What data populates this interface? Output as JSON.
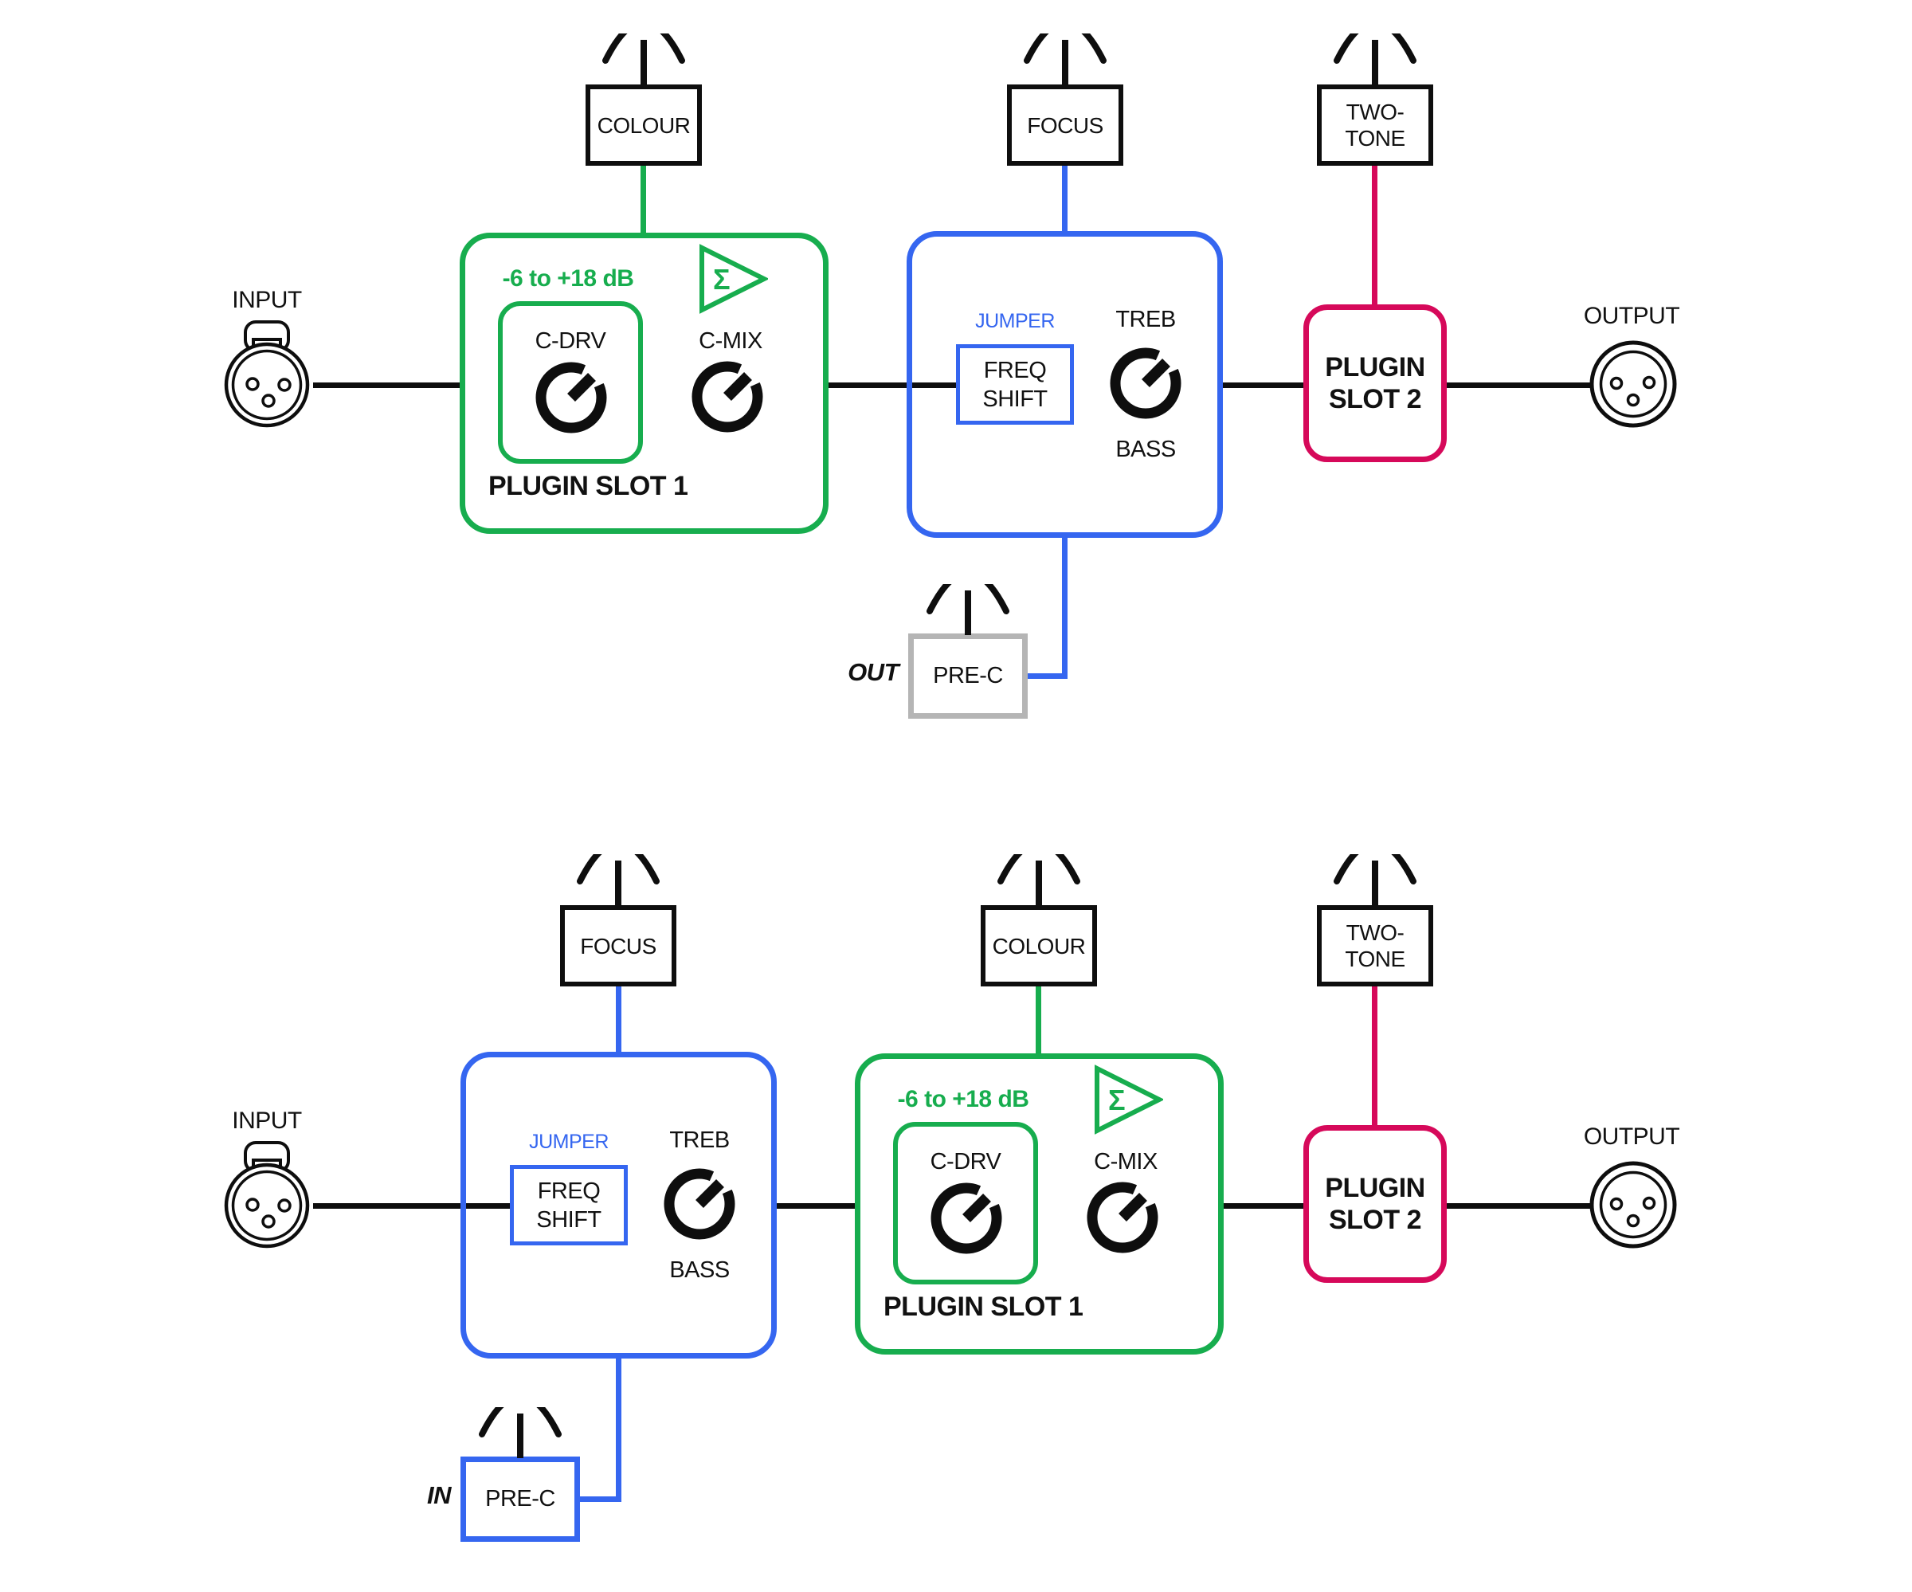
{
  "colors": {
    "green": "#17ad4e",
    "blue": "#3566f0",
    "crimson": "#d6095a",
    "gray": "#b5b5b5",
    "ink": "#0e0e0e"
  },
  "io": {
    "input": "INPUT",
    "output": "OUTPUT"
  },
  "switches": {
    "colour": "COLOUR",
    "focus": "FOCUS",
    "two_tone": [
      "TWO-",
      "TONE"
    ],
    "pre_c": "PRE-C"
  },
  "plugin_slot_1": {
    "gain_range": "-6 to +18 dB",
    "sum_symbol": "Σ",
    "drive_knob": "C-DRV",
    "mix_knob": "C-MIX",
    "title": "PLUGIN SLOT 1"
  },
  "focus_module": {
    "jumper": "JUMPER",
    "freq_shift": [
      "FREQ",
      "SHIFT"
    ],
    "treble_knob": "TREB",
    "bass_knob": "BASS"
  },
  "plugin_slot_2": {
    "title": [
      "PLUGIN",
      "SLOT 2"
    ]
  },
  "pre_c_routing": {
    "top_diagram": "OUT",
    "bottom_diagram": "IN"
  }
}
